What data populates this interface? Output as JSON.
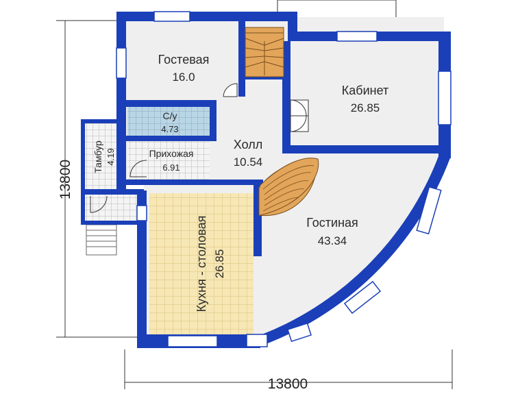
{
  "dimensions": {
    "width_label": "13800",
    "height_label": "13800"
  },
  "rooms": {
    "guest": {
      "name": "Гостевая",
      "area": "16.0"
    },
    "study": {
      "name": "Кабинет",
      "area": "26.85"
    },
    "bath": {
      "name": "С/у",
      "area": "4.73"
    },
    "vestibule": {
      "name": "Тамбур",
      "area": "4.19"
    },
    "entry": {
      "name": "Прихожая",
      "area": "6.91"
    },
    "hall": {
      "name": "Холл",
      "area": "10.54"
    },
    "living": {
      "name": "Гостиная",
      "area": "43.34"
    },
    "kitchen": {
      "name": "Кухня - столовая",
      "area": "26.85"
    }
  },
  "colors": {
    "wall": "#1a3fb8",
    "floor": "#efefef",
    "tile_blue": "#b9d6e6",
    "tile_grid": "#9fb0bc",
    "kitchen_floor": "#f6e7b5",
    "kitchen_grid": "#ddc88a",
    "stair": "#e2a55a"
  }
}
